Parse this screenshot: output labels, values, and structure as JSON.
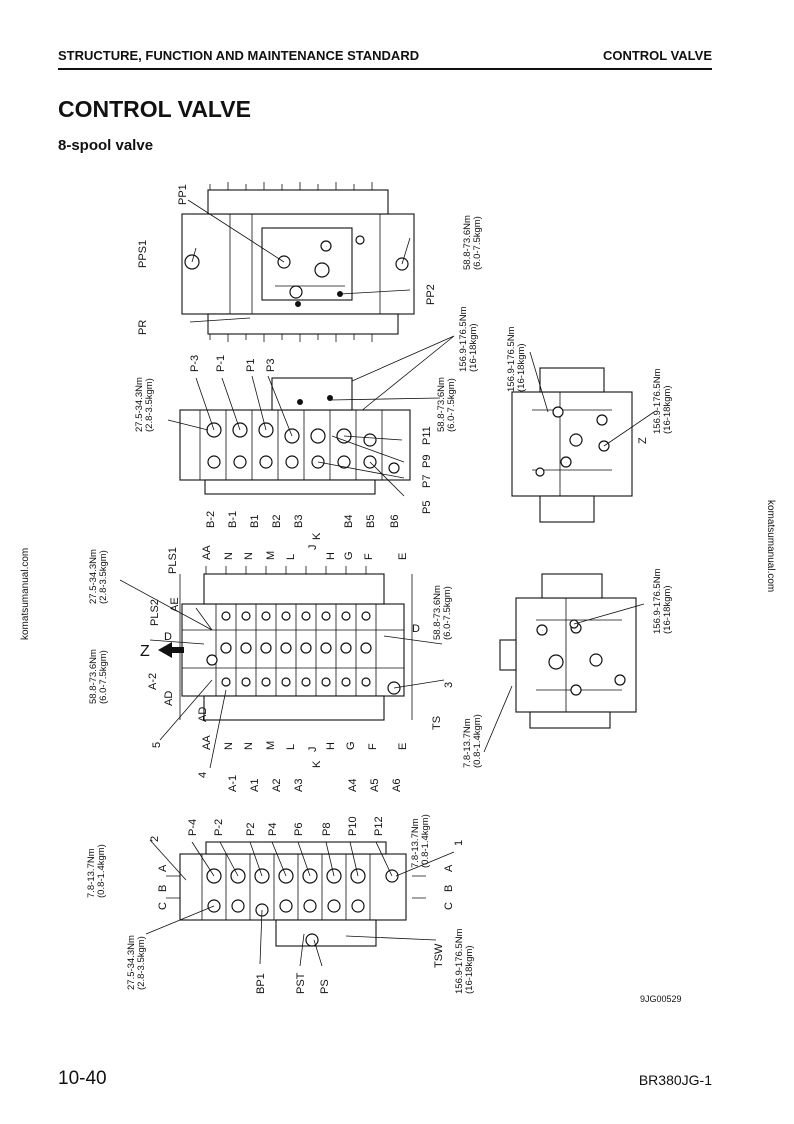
{
  "header": {
    "left": "STRUCTURE, FUNCTION AND MAINTENANCE STANDARD",
    "right": "CONTROL VALVE"
  },
  "title": "CONTROL VALVE",
  "subtitle": "8-spool valve",
  "watermark": "komatsumanual.com",
  "figure_code": "9JG00529",
  "footer": {
    "page": "10-40",
    "model": "BR380JG-1"
  },
  "view1": {
    "labels": {
      "pp1": "PP1",
      "pps1": "PPS1",
      "pr": "PR",
      "pp2": "PP2"
    },
    "torque1_a": "58.8-73.6Nm",
    "torque1_b": "(6.0-7.5kgm)",
    "torque2_a": "156.9-176.5Nm",
    "torque2_b": "(16-18kgm)"
  },
  "view2": {
    "labels": {
      "p3m": "P-3",
      "p1m": "P-1",
      "p1": "P1",
      "p3": "P3",
      "p11": "P11",
      "p9": "P9",
      "p7": "P7",
      "p5": "P5"
    },
    "torque1_a": "27.5-34.3Nm",
    "torque1_b": "(2.8-3.5kgm)",
    "torque2_a": "58.8-73.6Nm",
    "torque2_b": "(6.0-7.5kgm)"
  },
  "view_right1": {
    "torque1_a": "156.9-176.5Nm",
    "torque1_b": "(16-18kgm)",
    "torque2_a": "156.9-176.5Nm",
    "torque2_b": "(16-18kgm)",
    "z": "Z"
  },
  "view_right2": {
    "torque1_a": "156.9-176.5Nm",
    "torque1_b": "(16-18kgm)",
    "torque2_a": "7.8-13.7Nm",
    "torque2_b": "(0.8-1.4kgm)"
  },
  "view3": {
    "top_labels": [
      "AA",
      "N",
      "N",
      "M",
      "L",
      "J",
      "H",
      "G",
      "F",
      "E"
    ],
    "b_labels": [
      "B-2",
      "B-1",
      "B1",
      "B2",
      "B3",
      "K",
      "B4",
      "B5",
      "B6"
    ],
    "bottom_labels": [
      "AA",
      "N",
      "N",
      "M",
      "L",
      "J",
      "H",
      "G",
      "F",
      "E"
    ],
    "a_labels": [
      "A-1",
      "A1",
      "A2",
      "A3",
      "K",
      "A4",
      "A5",
      "A6"
    ],
    "pls1": "PLS1",
    "pls2": "PLS2",
    "ae": "AE",
    "a2": "A-2",
    "ad1": "AD",
    "ad2": "AD",
    "d1": "D",
    "d2": "D",
    "z": "Z",
    "ts": "TS",
    "n3": "3",
    "n4": "4",
    "n5": "5",
    "torque1_a": "27.5-34.3Nm",
    "torque1_b": "(2.8-3.5kgm)",
    "torque2_a": "58.8-73.6Nm",
    "torque2_b": "(6.0-7.5kgm)",
    "torque3_a": "58.8-73.6Nm",
    "torque3_b": "(6.0-7.5kgm)"
  },
  "view4": {
    "top_labels": [
      "P-4",
      "P-2",
      "P2",
      "P4",
      "P6",
      "P8",
      "P10",
      "P12"
    ],
    "bottom_labels": [
      "BP1",
      "PST",
      "PS",
      "TSW"
    ],
    "n1": "1",
    "n2": "2",
    "a1": "A",
    "b1": "B",
    "c1": "C",
    "a2": "A",
    "b2": "B",
    "c2": "C",
    "torque1_a": "7.8-13.7Nm",
    "torque1_b": "(0.8-1.4kgm)",
    "torque2_a": "7.8-13.7Nm",
    "torque2_b": "(0.8-1.4kgm)",
    "torque3_a": "27.5-34.3Nm",
    "torque3_b": "(2.8-3.5kgm)",
    "torque4_a": "156.9-176.5Nm",
    "torque4_b": "(16-18kgm)"
  }
}
